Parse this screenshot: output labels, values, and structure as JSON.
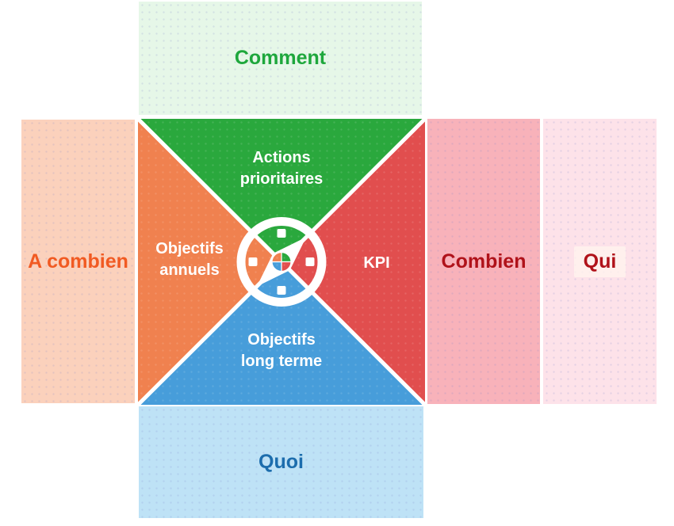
{
  "diagram": {
    "bands": [
      {
        "id": "comment",
        "label": "Comment",
        "position": "top",
        "bg": "#e6f7e8",
        "text_color": "#1ea73c"
      },
      {
        "id": "a-combien",
        "label": "A combien",
        "position": "left",
        "bg": "#fbd1bc",
        "text_color": "#f15a22"
      },
      {
        "id": "combien",
        "label": "Combien",
        "position": "right-inner",
        "bg": "#f8b2ba",
        "text_color": "#b0121a"
      },
      {
        "id": "qui",
        "label": "Qui",
        "position": "right-outer",
        "bg": "#fde2e9",
        "text_color": "#b0121a"
      },
      {
        "id": "quoi",
        "label": "Quoi",
        "position": "bottom",
        "bg": "#bee2f6",
        "text_color": "#1c6dad"
      }
    ],
    "quadrants": [
      {
        "id": "actions-prioritaires",
        "label": "Actions prioritaires",
        "line1": "Actions",
        "line2": "prioritaires",
        "color": "#2aa83d",
        "position": "top"
      },
      {
        "id": "objectifs-annuels",
        "label": "Objectifs annuels",
        "line1": "Objectifs",
        "line2": "annuels",
        "color": "#f0814f",
        "position": "left"
      },
      {
        "id": "kpi",
        "label": "KPI",
        "line1": "KPI",
        "line2": "",
        "color": "#e14e4e",
        "position": "right"
      },
      {
        "id": "objectifs-long-terme",
        "label": "Objectifs long terme",
        "line1": "Objectifs",
        "line2": "long terme",
        "color": "#479dda",
        "position": "bottom"
      }
    ],
    "quadrant_text_color": "#ffffff",
    "divider_color": "#ffffff",
    "center_icon": "compass-icon"
  }
}
